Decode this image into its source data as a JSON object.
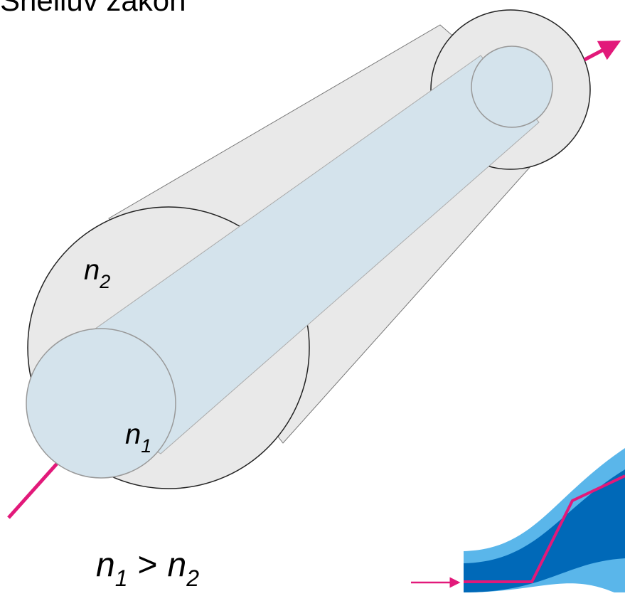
{
  "title": "Snellův zákon",
  "labels": {
    "n2": {
      "base": "n",
      "sub": "2"
    },
    "n1": {
      "base": "n",
      "sub": "1"
    }
  },
  "formula": {
    "left": "n",
    "left_sub": "1",
    "op": ">",
    "right": "n",
    "right_sub": "2"
  },
  "colors": {
    "cladding": "#e9e9e9",
    "core": "#d4e3ec",
    "ray": "#e2197a",
    "outline_dark": "#222222",
    "outline_light": "#999999",
    "wave_light": "#5ab6ea",
    "wave_dark": "#0069b8"
  }
}
